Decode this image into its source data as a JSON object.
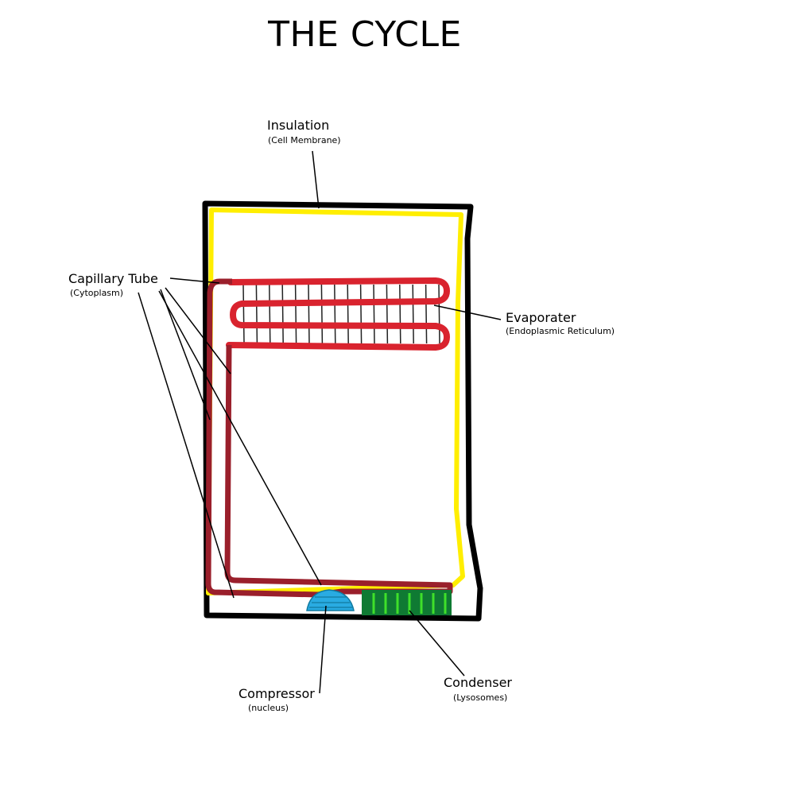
{
  "title": "THE CYCLE",
  "labels": {
    "insulation": {
      "name": "Insulation",
      "sub": "(Cell Membrane)"
    },
    "capillary": {
      "name": "Capillary Tube",
      "sub": "(Cytoplasm)"
    },
    "evaporater": {
      "name": "Evaporater",
      "sub": "(Endoplasmic Reticulum)"
    },
    "compressor": {
      "name": "Compressor",
      "sub": "(nucleus)"
    },
    "condenser": {
      "name": "Condenser",
      "sub": "(Lysosomes)"
    }
  },
  "colors": {
    "outline": "#000000",
    "insulation": "#ffee00",
    "evaporator_coil": "#d9232e",
    "capillary_tube": "#9a1f2b",
    "compressor": "#29abe2",
    "condenser": "#0f7a33",
    "condenser_highlight": "#3fe02a"
  }
}
